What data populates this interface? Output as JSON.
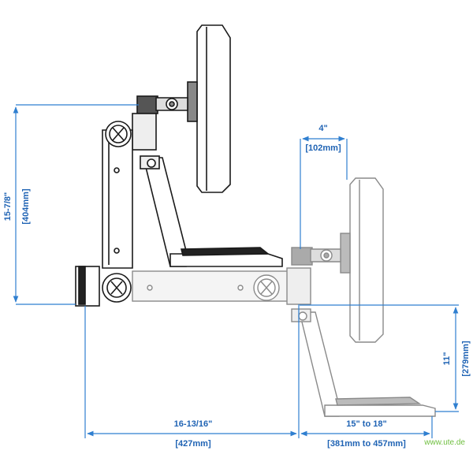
{
  "dimensions": {
    "max_height": {
      "imperial": "15-7/8\"",
      "metric": "[404mm]"
    },
    "arm_offset": {
      "imperial": "4\"",
      "metric": "[102mm]"
    },
    "min_height": {
      "imperial": "11\"",
      "metric": "[279mm]"
    },
    "base_depth": {
      "imperial": "16-13/16\"",
      "metric": "[427mm]"
    },
    "extension": {
      "imperial": "15\" to 18\"",
      "metric": "[381mm to 457mm]"
    }
  },
  "watermark": "www.ute.de",
  "colors": {
    "dimension": "#2f7fd0",
    "outline": "#1a1a1a",
    "ghost": "#888888",
    "watermark": "#6fbf3f"
  }
}
